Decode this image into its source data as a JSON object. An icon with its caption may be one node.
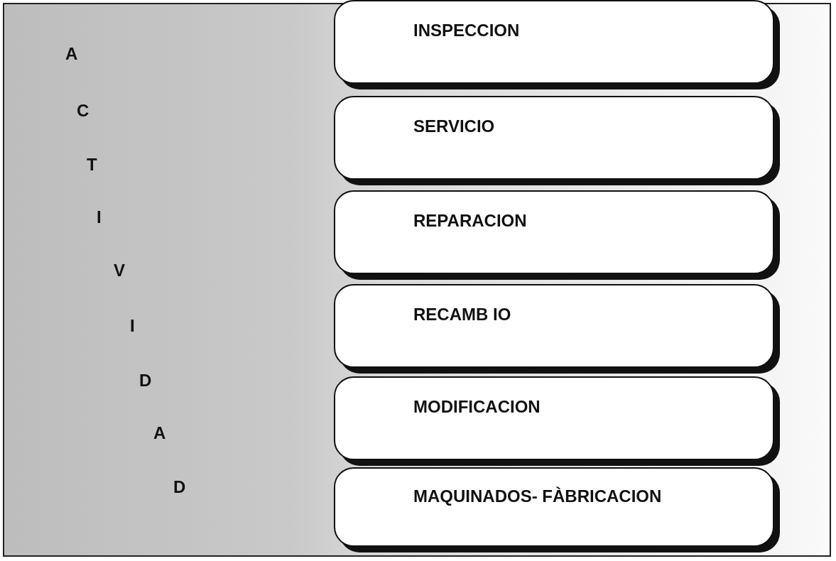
{
  "diagram": {
    "nodes": [
      {
        "text": [
          "INSPECCION"
        ]
      },
      {
        "text": [
          "SERVICIO"
        ]
      },
      {
        "text": [
          "REPARACION"
        ]
      },
      {
        "text": [
          "RECAMB IO"
        ]
      },
      {
        "text": [
          "MODIFICACION"
        ]
      },
      {
        "text": [
          "MAQUINADOS- FÀBRICACION"
        ]
      }
    ],
    "labels": [
      "A",
      "C",
      "T",
      "I",
      "V",
      "I",
      "D",
      "A",
      "D"
    ]
  }
}
